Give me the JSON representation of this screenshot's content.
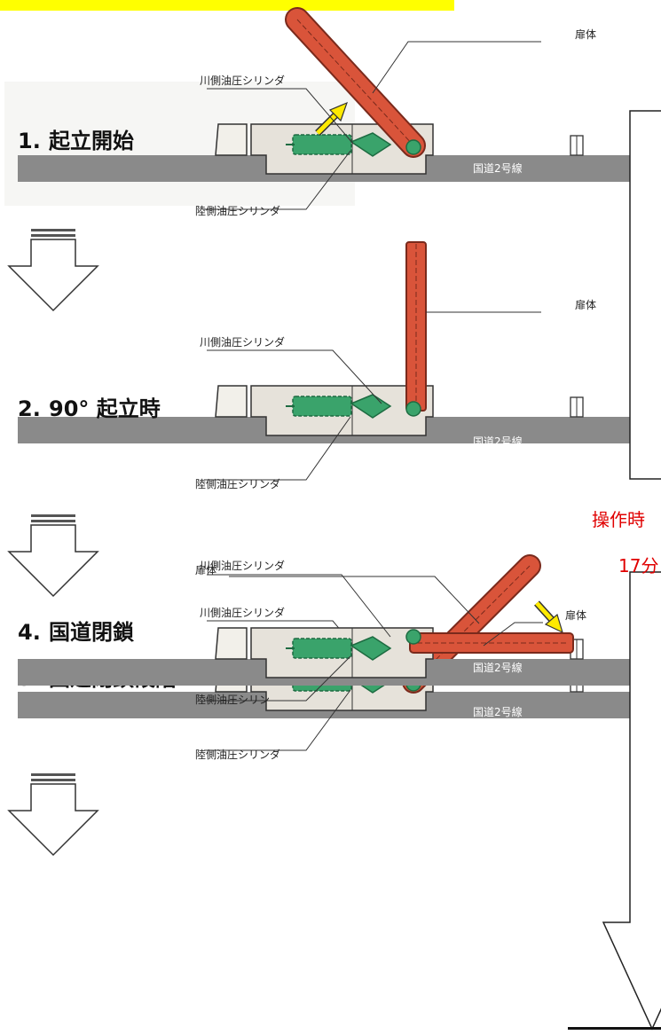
{
  "diagram": {
    "steps": [
      {
        "number": "1.",
        "title": "起立開始"
      },
      {
        "number": "2.",
        "title": "90° 起立時"
      },
      {
        "number": "3.",
        "title": "国道閉鎖段階"
      },
      {
        "number": "4.",
        "title": "国道閉鎖"
      }
    ],
    "labels": {
      "door": "扉体",
      "river_cylinder": "川側油圧シリンダ",
      "land_cylinder": "陸側油圧シリンダ",
      "land_cylinder_cut": "陸側油圧シリン",
      "road": "国道2号線"
    },
    "side_note": {
      "line1": "操作時",
      "line2": "17分"
    },
    "colors": {
      "door": "#d9543a",
      "cylinder": "#3aa36b",
      "structure": "#e6e2da",
      "road": "#8a8a8a",
      "highlight_box": "#ffff00",
      "yellow_arrow": "#ffea00",
      "note_red": "#e00000"
    }
  }
}
